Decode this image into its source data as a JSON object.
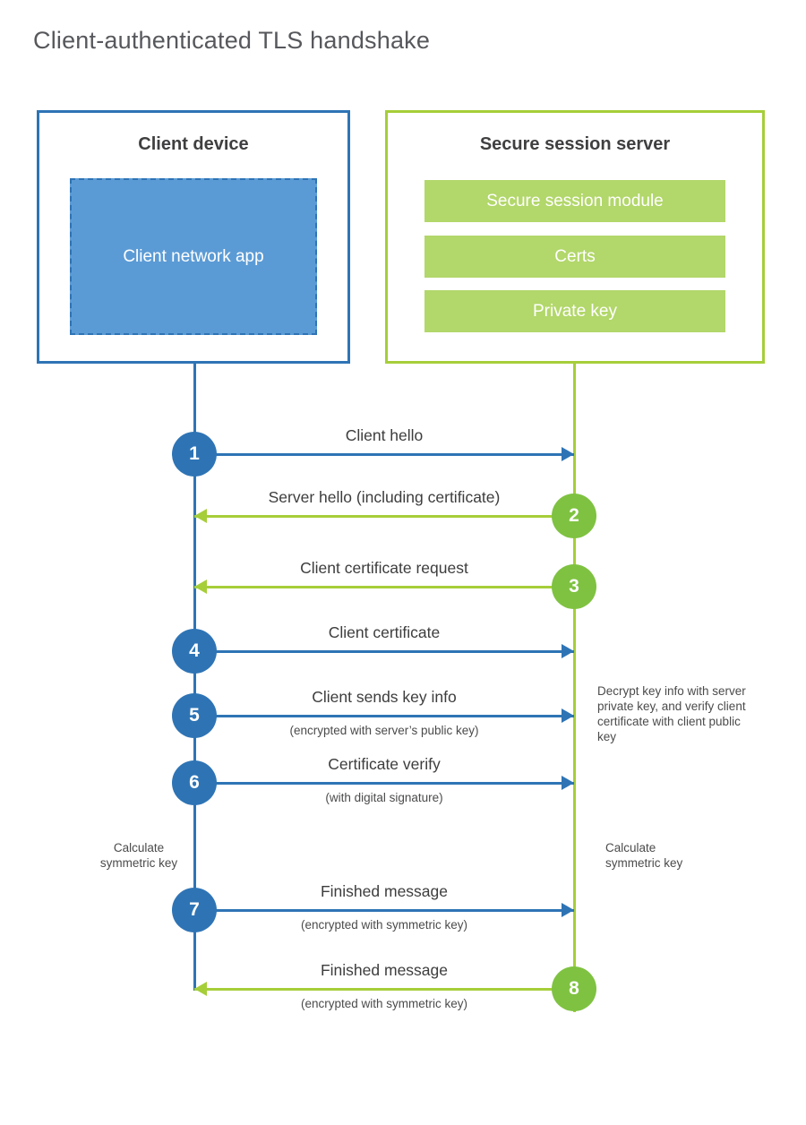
{
  "title": "Client-authenticated TLS handshake",
  "client": {
    "title": "Client device",
    "app_label": "Client network app"
  },
  "server": {
    "title": "Secure session server",
    "modules": [
      "Secure session module",
      "Certs",
      "Private key"
    ]
  },
  "steps": [
    {
      "num": "1",
      "label": "Client hello",
      "direction": "client-to-server"
    },
    {
      "num": "2",
      "label": "Server hello (including certificate)",
      "direction": "server-to-client"
    },
    {
      "num": "3",
      "label": "Client certificate request",
      "direction": "server-to-client"
    },
    {
      "num": "4",
      "label": "Client certificate",
      "direction": "client-to-server"
    },
    {
      "num": "5",
      "label": "Client sends key info",
      "sub": "(encrypted with server’s public key)",
      "direction": "client-to-server"
    },
    {
      "num": "6",
      "label": "Certificate verify",
      "sub": "(with digital signature)",
      "direction": "client-to-server"
    },
    {
      "num": "7",
      "label": "Finished message",
      "sub": "(encrypted with symmetric key)",
      "direction": "client-to-server"
    },
    {
      "num": "8",
      "label": "Finished message",
      "sub": "(encrypted with symmetric key)",
      "direction": "server-to-client"
    }
  ],
  "notes": {
    "decrypt_note": "Decrypt key info with server private key, and verify client certificate with client public key",
    "calc_left": "Calculate symmetric key",
    "calc_right": "Calculate symmetric key"
  },
  "colors": {
    "blue": "#2e74b5",
    "blue_fill": "#5b9bd5",
    "green": "#a6ce39",
    "green_fill": "#b2d76a",
    "green_badge": "#7fc241"
  }
}
